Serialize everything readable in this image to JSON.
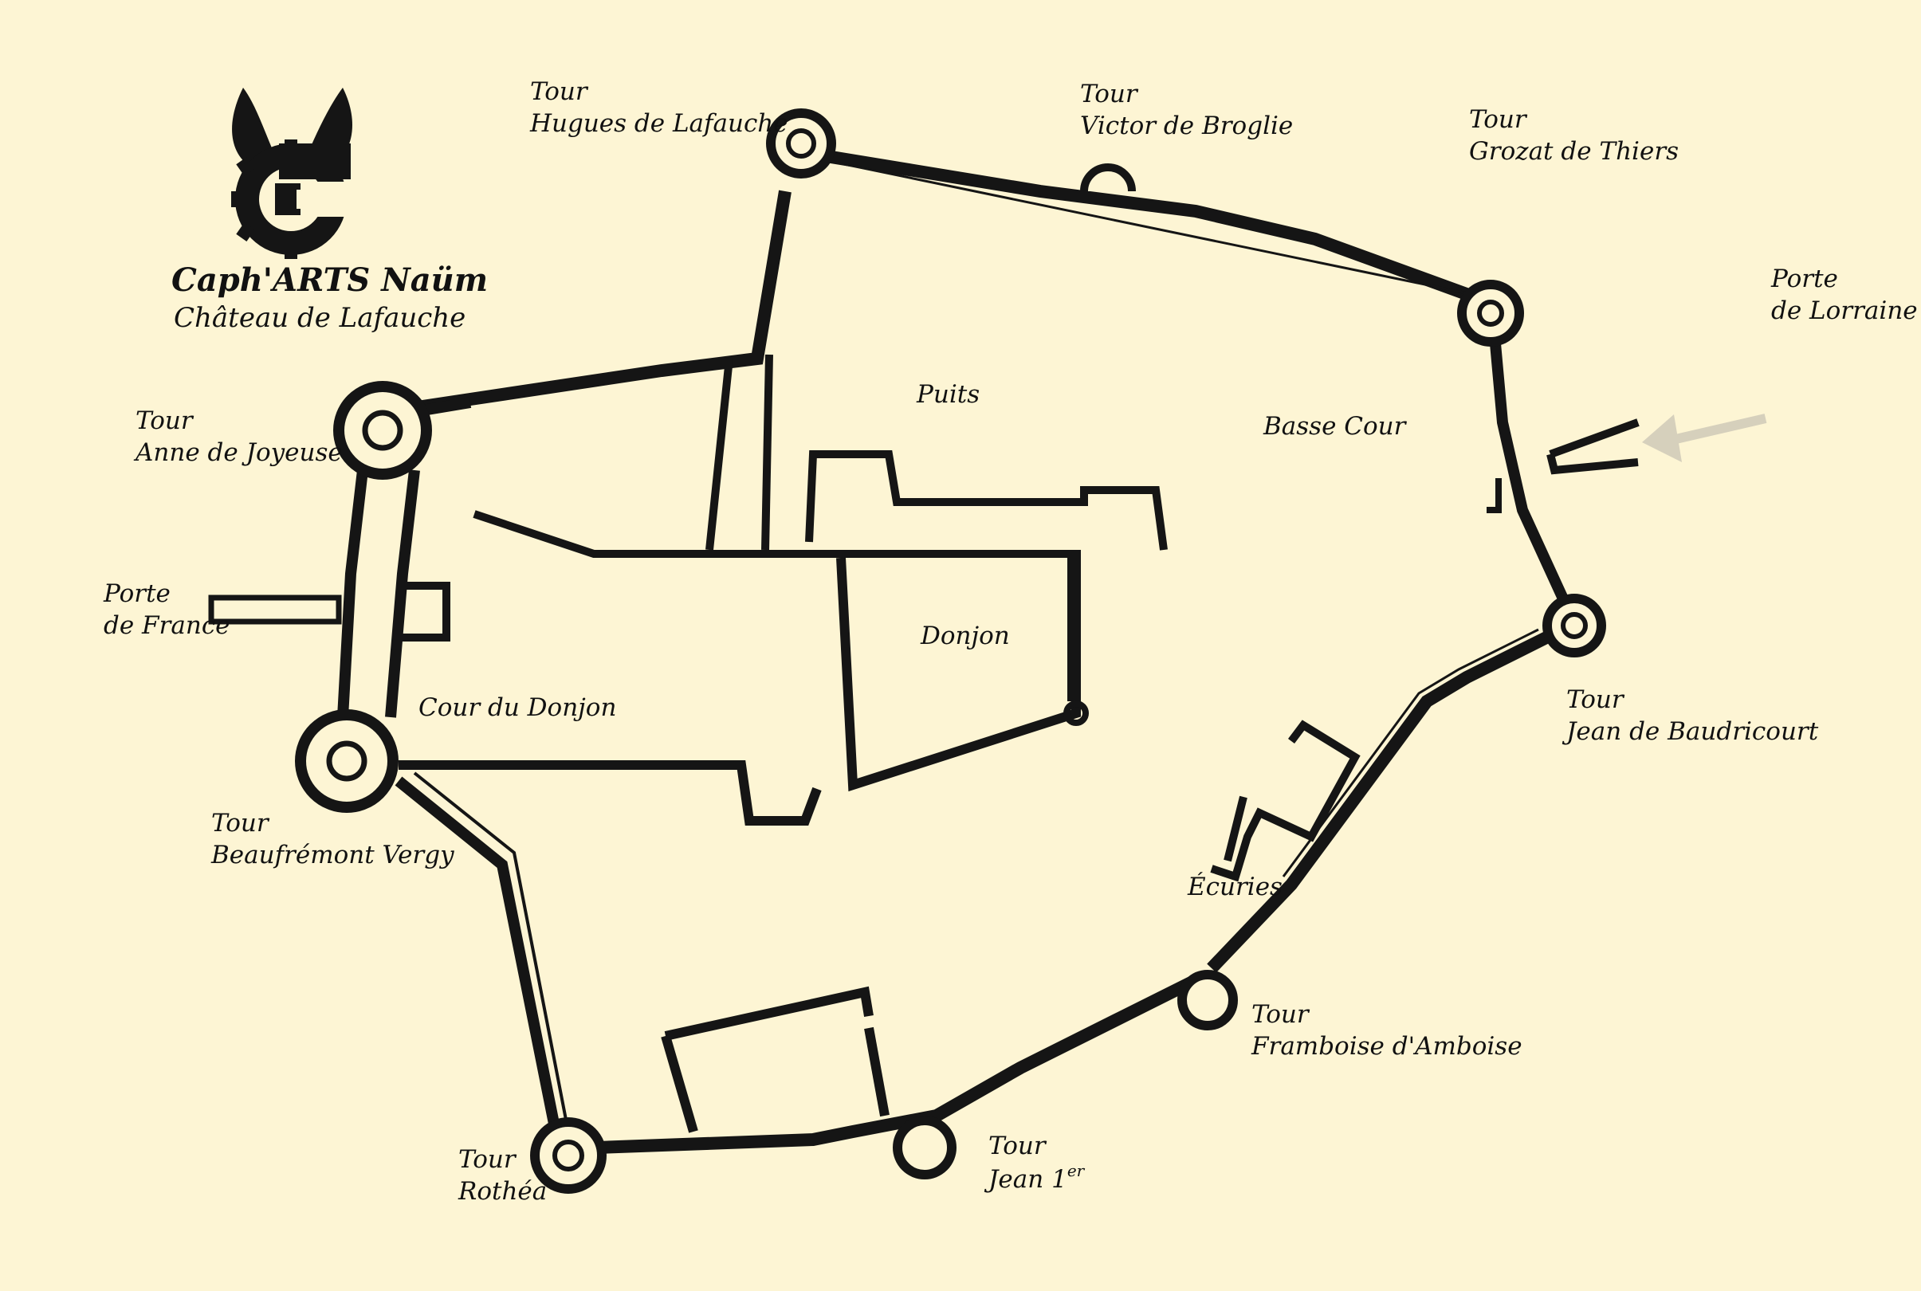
{
  "logo": {
    "name": "Caph'ARTS Naüm",
    "subtitle": "Château de Lafauche"
  },
  "towers": {
    "hugues": [
      "Tour",
      "Hugues de Lafauche"
    ],
    "victor": [
      "Tour",
      "Victor de Broglie"
    ],
    "grozat": [
      "Tour",
      "Grozat de Thiers"
    ],
    "anne": [
      "Tour",
      "Anne de Joyeuse"
    ],
    "beaufremont": [
      "Tour",
      "Beaufrémont Vergy"
    ],
    "jean_baudricourt": [
      "Tour",
      "Jean de Baudricourt"
    ],
    "framboise": [
      "Tour",
      "Framboise d'Amboise"
    ],
    "jean1": [
      "Tour",
      "Jean 1",
      "er"
    ],
    "rothea": [
      "Tour",
      "Rothéa"
    ]
  },
  "gates": {
    "lorraine": [
      "Porte",
      "de Lorraine"
    ],
    "france": [
      "Porte",
      "de France"
    ]
  },
  "areas": {
    "puits": "Puits",
    "basse_cour": "Basse Cour",
    "donjon": "Donjon",
    "cour_donjon": "Cour du Donjon",
    "ecuries": "Écuries"
  },
  "colors": {
    "background": "#fdf5d4",
    "ink": "#151515",
    "arrow": "#d6d0bc"
  }
}
